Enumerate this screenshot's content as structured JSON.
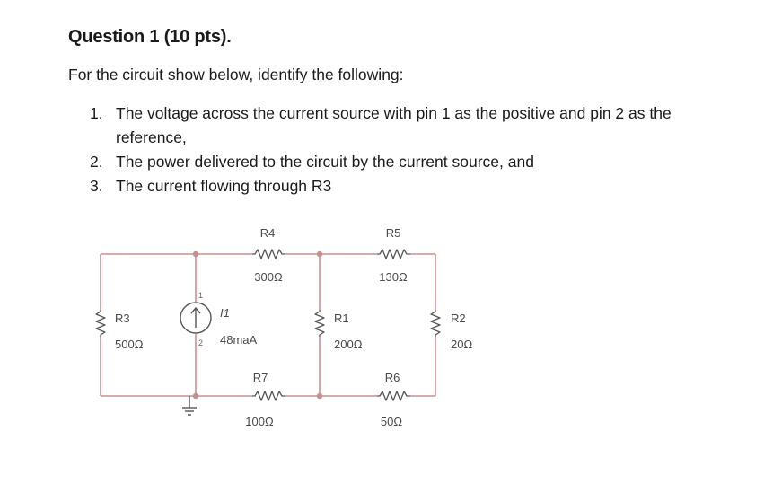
{
  "question": {
    "title": "Question 1 (10 pts).",
    "intro": "For the circuit show below, identify the following:",
    "items": [
      {
        "num": "1.",
        "text": "The voltage across the current source with pin 1 as the positive and pin 2 as the reference,"
      },
      {
        "num": "2.",
        "text": "The power delivered to the circuit by the current source, and"
      },
      {
        "num": "3.",
        "text": "The current flowing through R3"
      }
    ]
  },
  "circuit": {
    "wire_color": "#c98f8f",
    "component_color": "#555555",
    "components": {
      "R4": {
        "name": "R4",
        "value": "300Ω"
      },
      "R5": {
        "name": "R5",
        "value": "130Ω"
      },
      "R3": {
        "name": "R3",
        "value": "500Ω"
      },
      "I1": {
        "name": "I1",
        "value": "48maA",
        "pin1": "1",
        "pin2": "2"
      },
      "R1": {
        "name": "R1",
        "value": "200Ω"
      },
      "R2": {
        "name": "R2",
        "value": "20Ω"
      },
      "R7": {
        "name": "R7",
        "value": "100Ω"
      },
      "R6": {
        "name": "R6",
        "value": "50Ω"
      }
    }
  }
}
